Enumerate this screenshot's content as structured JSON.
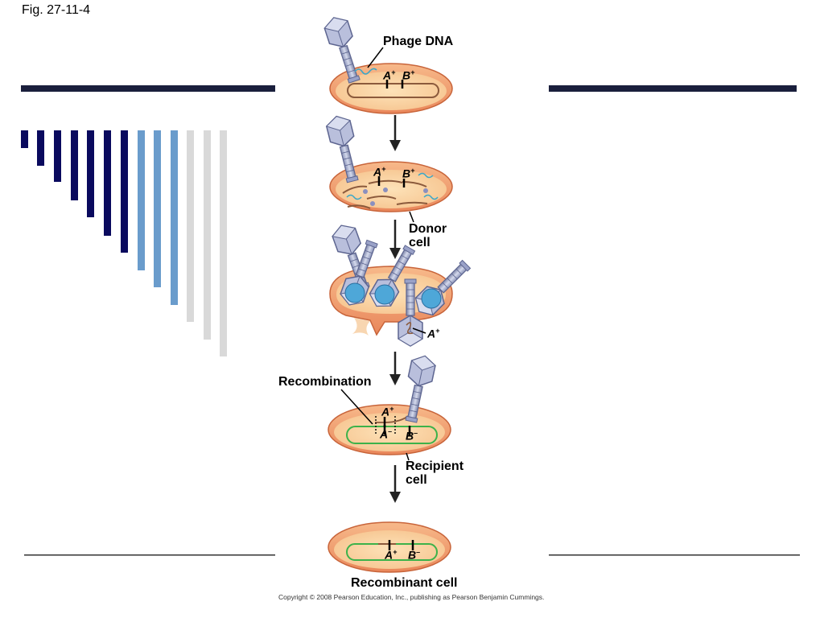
{
  "figure_label": "Fig. 27-11-4",
  "labels": {
    "phage_dna": "Phage DNA",
    "donor_cell_line1": "Donor",
    "donor_cell_line2": "cell",
    "recombination": "Recombination",
    "recipient_cell_line1": "Recipient",
    "recipient_cell_line2": "cell",
    "recombinant_cell": "Recombinant cell"
  },
  "genes": {
    "a_base": "A",
    "b_base": "B",
    "plus": "+",
    "minus": "–"
  },
  "copyright": "Copyright © 2008 Pearson Education, Inc., publishing as Pearson Benjamin Cummings.",
  "colors": {
    "navy": "#1a1f3c",
    "dark_blue": "#0a0a5e",
    "light_blue": "#6a9ccc",
    "gray": "#d9d9d9",
    "cell_outer": "#e8875a",
    "cell_inner": "#f9d3a3",
    "donor_dna": "#8b5a3c",
    "recipient_dna": "#3cb24a",
    "phage_dna": "#3aa7c8"
  }
}
